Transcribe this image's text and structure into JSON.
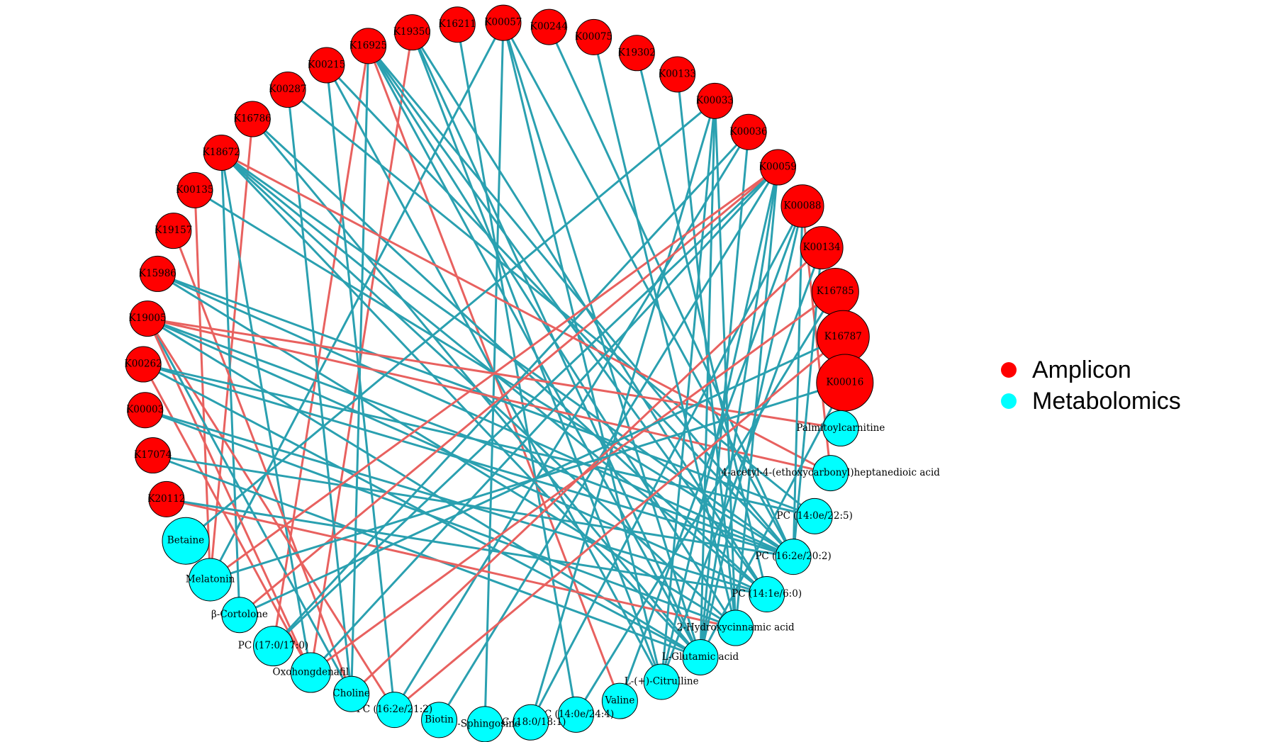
{
  "legend": [
    {
      "label": "Amplicon",
      "color": "#ff0000"
    },
    {
      "label": "Metabolomics",
      "color": "#00ffff"
    }
  ],
  "colors": {
    "positive_edge": "#e8615f",
    "negative_edge": "#2aa0b0",
    "amplicon_node": "#ff0000",
    "metabolomics_node": "#00ffff",
    "node_stroke": "#000000"
  },
  "nodes": [
    {
      "id": "K16211",
      "group": "Amplicon"
    },
    {
      "id": "K00057",
      "group": "Amplicon"
    },
    {
      "id": "K00244",
      "group": "Amplicon"
    },
    {
      "id": "K00075",
      "group": "Amplicon"
    },
    {
      "id": "K19302",
      "group": "Amplicon"
    },
    {
      "id": "K00133",
      "group": "Amplicon"
    },
    {
      "id": "K00033",
      "group": "Amplicon"
    },
    {
      "id": "K00036",
      "group": "Amplicon"
    },
    {
      "id": "K00059",
      "group": "Amplicon"
    },
    {
      "id": "K00088",
      "group": "Amplicon"
    },
    {
      "id": "K00134",
      "group": "Amplicon"
    },
    {
      "id": "K16785",
      "group": "Amplicon"
    },
    {
      "id": "K16787",
      "group": "Amplicon"
    },
    {
      "id": "K00016",
      "group": "Amplicon"
    },
    {
      "id": "Palmitoylcarnitine",
      "group": "Metabolomics"
    },
    {
      "id": "4-acetyl-4-(ethoxycarbonyl)heptanedioic acid",
      "group": "Metabolomics"
    },
    {
      "id": "PC (14:0e/22:5)",
      "group": "Metabolomics"
    },
    {
      "id": "PC (16:2e/20:2)",
      "group": "Metabolomics"
    },
    {
      "id": "PC (14:1e/6:0)",
      "group": "Metabolomics"
    },
    {
      "id": "2-Hydroxycinnamic acid",
      "group": "Metabolomics"
    },
    {
      "id": "L-Glutamic acid",
      "group": "Metabolomics"
    },
    {
      "id": "L-(+)-Citrulline",
      "group": "Metabolomics"
    },
    {
      "id": "Valine",
      "group": "Metabolomics"
    },
    {
      "id": "PC (14:0e/24:4)",
      "group": "Metabolomics"
    },
    {
      "id": "PC (18:0/18:1)",
      "group": "Metabolomics"
    },
    {
      "id": "D-Sphingosine",
      "group": "Metabolomics"
    },
    {
      "id": "Biotin",
      "group": "Metabolomics"
    },
    {
      "id": "PC (16:2e/21:2)",
      "group": "Metabolomics"
    },
    {
      "id": "Choline",
      "group": "Metabolomics"
    },
    {
      "id": "Oxohongdenafil",
      "group": "Metabolomics"
    },
    {
      "id": "PC (17:0/17:0)",
      "group": "Metabolomics"
    },
    {
      "id": "β-Cortolone",
      "group": "Metabolomics"
    },
    {
      "id": "Melatonin",
      "group": "Metabolomics"
    },
    {
      "id": "Betaine",
      "group": "Metabolomics"
    },
    {
      "id": "K20112",
      "group": "Amplicon"
    },
    {
      "id": "K17074",
      "group": "Amplicon"
    },
    {
      "id": "K00003",
      "group": "Amplicon"
    },
    {
      "id": "K00262",
      "group": "Amplicon"
    },
    {
      "id": "K19005",
      "group": "Amplicon"
    },
    {
      "id": "K15986",
      "group": "Amplicon"
    },
    {
      "id": "K19157",
      "group": "Amplicon"
    },
    {
      "id": "K00135",
      "group": "Amplicon"
    },
    {
      "id": "K18672",
      "group": "Amplicon"
    },
    {
      "id": "K16786",
      "group": "Amplicon"
    },
    {
      "id": "K00287",
      "group": "Amplicon"
    },
    {
      "id": "K00215",
      "group": "Amplicon"
    },
    {
      "id": "K16925",
      "group": "Amplicon"
    },
    {
      "id": "K19350",
      "group": "Amplicon"
    }
  ],
  "edges": [
    [
      "K00057",
      "D-Sphingosine",
      "neg"
    ],
    [
      "K00057",
      "L-(+)-Citrulline",
      "neg"
    ],
    [
      "K00057",
      "L-Glutamic acid",
      "neg"
    ],
    [
      "K00057",
      "PC (16:2e/20:2)",
      "neg"
    ],
    [
      "K00057",
      "Melatonin",
      "neg"
    ],
    [
      "K00244",
      "PC (16:2e/20:2)",
      "neg"
    ],
    [
      "K19350",
      "L-(+)-Citrulline",
      "neg"
    ],
    [
      "K19350",
      "PC (14:1e/6:0)",
      "neg"
    ],
    [
      "K19350",
      "L-Glutamic acid",
      "neg"
    ],
    [
      "K19350",
      "Oxohongdenafil",
      "pos"
    ],
    [
      "K16211",
      "PC (14:0e/24:4)",
      "neg"
    ],
    [
      "K16925",
      "Valine",
      "pos"
    ],
    [
      "K16925",
      "L-Glutamic acid",
      "neg"
    ],
    [
      "K16925",
      "PC (16:2e/20:2)",
      "neg"
    ],
    [
      "K16925",
      "2-Hydroxycinnamic acid",
      "neg"
    ],
    [
      "K16925",
      "PC (14:1e/6:0)",
      "neg"
    ],
    [
      "K16925",
      "Choline",
      "neg"
    ],
    [
      "K16925",
      "PC (17:0/17:0)",
      "pos"
    ],
    [
      "K00215",
      "L-(+)-Citrulline",
      "neg"
    ],
    [
      "K00215",
      "PC (16:2e/21:2)",
      "neg"
    ],
    [
      "K00215",
      "PC (16:2e/20:2)",
      "neg"
    ],
    [
      "K00287",
      "PC (14:0e/22:5)",
      "neg"
    ],
    [
      "K00287",
      "Choline",
      "neg"
    ],
    [
      "K16786",
      "L-Glutamic acid",
      "neg"
    ],
    [
      "K16786",
      "PC (14:1e/6:0)",
      "neg"
    ],
    [
      "K16786",
      "Melatonin",
      "pos"
    ],
    [
      "K18672",
      "4-acetyl-4-(ethoxycarbonyl)heptanedioic acid",
      "pos"
    ],
    [
      "K18672",
      "PC (16:2e/20:2)",
      "neg"
    ],
    [
      "K18672",
      "2-Hydroxycinnamic acid",
      "neg"
    ],
    [
      "K18672",
      "L-Glutamic acid",
      "neg"
    ],
    [
      "K18672",
      "PC (14:1e/6:0)",
      "neg"
    ],
    [
      "K18672",
      "Oxohongdenafil",
      "neg"
    ],
    [
      "K18672",
      "β-Cortolone",
      "neg"
    ],
    [
      "K00135",
      "Melatonin",
      "pos"
    ],
    [
      "K00135",
      "PC (16:2e/20:2)",
      "neg"
    ],
    [
      "K19157",
      "Choline",
      "pos"
    ],
    [
      "K15986",
      "PC (16:2e/20:2)",
      "neg"
    ],
    [
      "K15986",
      "PC (14:0e/22:5)",
      "neg"
    ],
    [
      "K15986",
      "2-Hydroxycinnamic acid",
      "neg"
    ],
    [
      "K19005",
      "4-acetyl-4-(ethoxycarbonyl)heptanedioic acid",
      "pos"
    ],
    [
      "K19005",
      "Palmitoylcarnitine",
      "pos"
    ],
    [
      "K19005",
      "PC (16:2e/20:2)",
      "neg"
    ],
    [
      "K19005",
      "PC (14:1e/6:0)",
      "neg"
    ],
    [
      "K19005",
      "L-Glutamic acid",
      "neg"
    ],
    [
      "K19005",
      "Choline",
      "neg"
    ],
    [
      "K19005",
      "PC (16:2e/21:2)",
      "pos"
    ],
    [
      "K19005",
      "Oxohongdenafil",
      "pos"
    ],
    [
      "K00262",
      "PC (16:2e/20:2)",
      "neg"
    ],
    [
      "K00262",
      "PC (14:0e/22:5)",
      "neg"
    ],
    [
      "K00262",
      "L-Glutamic acid",
      "neg"
    ],
    [
      "K00262",
      "Oxohongdenafil",
      "pos"
    ],
    [
      "K00003",
      "PC (14:1e/6:0)",
      "neg"
    ],
    [
      "K00003",
      "2-Hydroxycinnamic acid",
      "neg"
    ],
    [
      "K17074",
      "PC (16:2e/20:2)",
      "neg"
    ],
    [
      "K17074",
      "L-Glutamic acid",
      "neg"
    ],
    [
      "K20112",
      "2-Hydroxycinnamic acid",
      "pos"
    ],
    [
      "K20112",
      "PC (14:1e/6:0)",
      "neg"
    ],
    [
      "K00133",
      "2-Hydroxycinnamic acid",
      "neg"
    ],
    [
      "K00033",
      "Betaine",
      "neg"
    ],
    [
      "K00033",
      "L-(+)-Citrulline",
      "neg"
    ],
    [
      "K00033",
      "L-Glutamic acid",
      "neg"
    ],
    [
      "K00033",
      "PC (18:0/18:1)",
      "neg"
    ],
    [
      "K00033",
      "2-Hydroxycinnamic acid",
      "neg"
    ],
    [
      "K00036",
      "PC (17:0/17:0)",
      "neg"
    ],
    [
      "K00036",
      "PC (16:2e/21:2)",
      "neg"
    ],
    [
      "K00036",
      "L-Glutamic acid",
      "neg"
    ],
    [
      "K00059",
      "β-Cortolone",
      "pos"
    ],
    [
      "K00059",
      "Oxohongdenafil",
      "neg"
    ],
    [
      "K00059",
      "PC (17:0/17:0)",
      "neg"
    ],
    [
      "K00059",
      "Melatonin",
      "pos"
    ],
    [
      "K00059",
      "L-Glutamic acid",
      "neg"
    ],
    [
      "K00059",
      "L-(+)-Citrulline",
      "neg"
    ],
    [
      "K00059",
      "Biotin",
      "neg"
    ],
    [
      "K00059",
      "2-Hydroxycinnamic acid",
      "neg"
    ],
    [
      "K00088",
      "PC (16:2e/20:2)",
      "neg"
    ],
    [
      "K00088",
      "Valine",
      "neg"
    ],
    [
      "K00088",
      "PC (18:0/18:1)",
      "neg"
    ],
    [
      "K00088",
      "4-acetyl-4-(ethoxycarbonyl)heptanedioic acid",
      "pos"
    ],
    [
      "K00088",
      "L-Glutamic acid",
      "neg"
    ],
    [
      "K00134",
      "PC (16:2e/20:2)",
      "neg"
    ],
    [
      "K00134",
      "L-(+)-Citrulline",
      "neg"
    ],
    [
      "K00134",
      "Choline",
      "pos"
    ],
    [
      "K16785",
      "Oxohongdenafil",
      "pos"
    ],
    [
      "K16785",
      "PC (14:0e/24:4)",
      "neg"
    ],
    [
      "K16787",
      "β-Cortolone",
      "neg"
    ],
    [
      "K16787",
      "PC (16:2e/21:2)",
      "pos"
    ],
    [
      "K00016",
      "Melatonin",
      "neg"
    ],
    [
      "K00016",
      "L-Glutamic acid",
      "neg"
    ],
    [
      "K00075",
      "2-Hydroxycinnamic acid",
      "neg"
    ],
    [
      "K19302",
      "PC (14:1e/6:0)",
      "neg"
    ]
  ]
}
